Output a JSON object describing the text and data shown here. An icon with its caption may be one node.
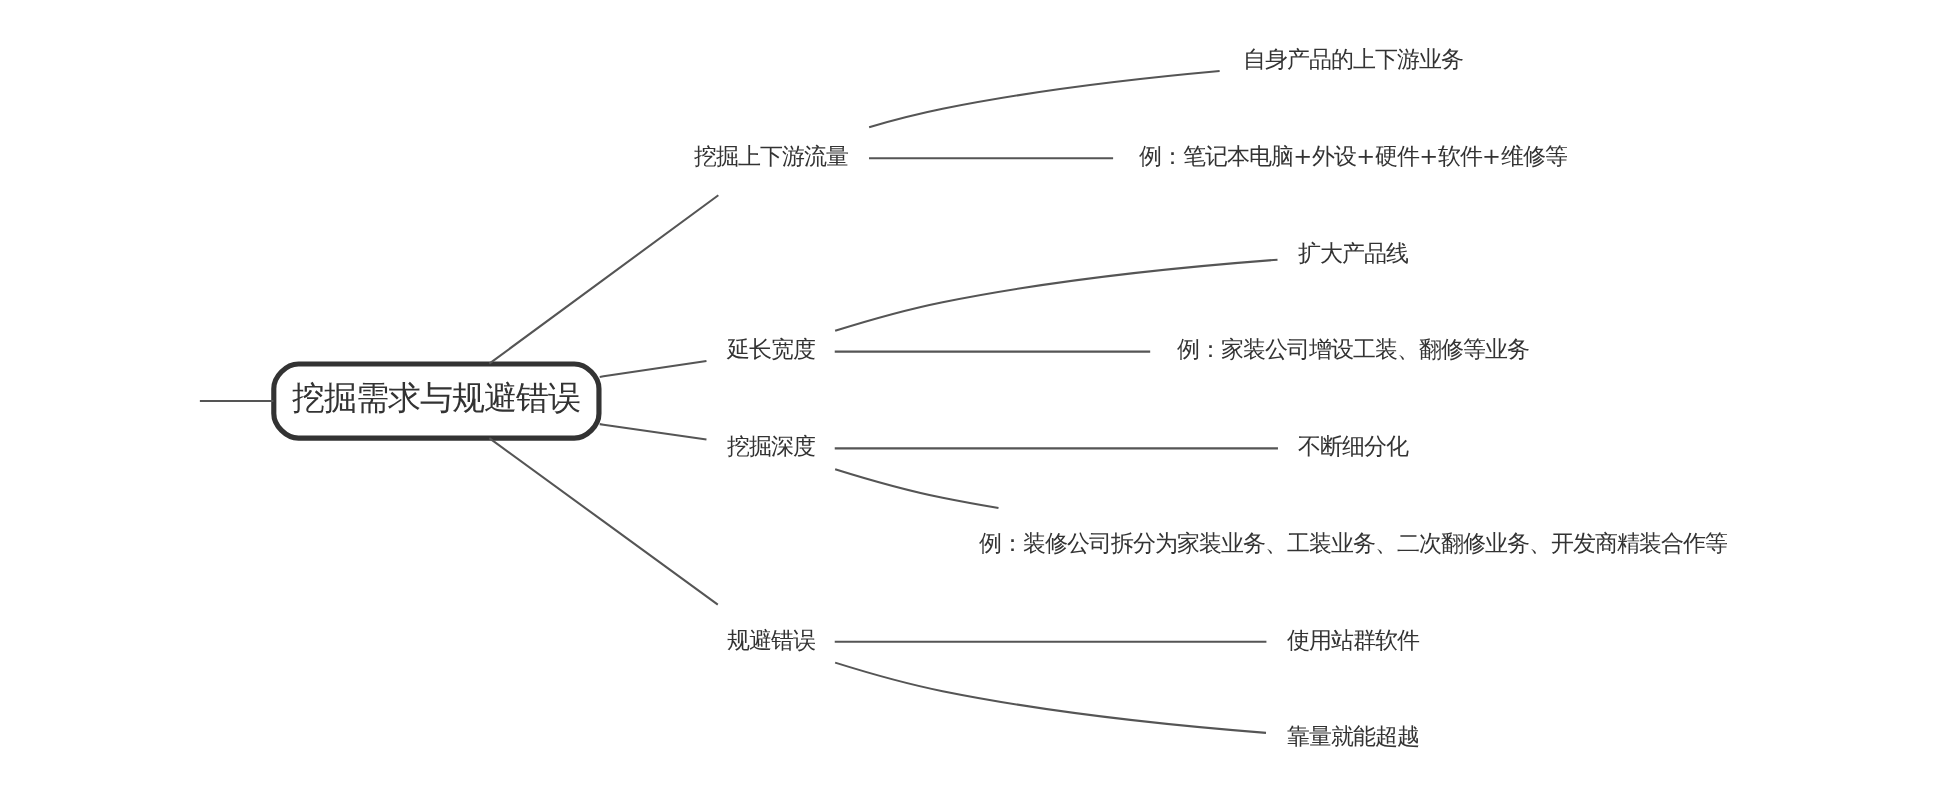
{
  "diagram": {
    "nodes": [
      {
        "text": [
          "挖掘需求与规避错误"
        ]
      },
      {
        "text": [
          "挖掘上下游流量"
        ]
      },
      {
        "text": [
          "自身产品的上下游业务"
        ]
      },
      {
        "text": [
          "例：笔记本电脑+外设+硬件+软件+维修等"
        ]
      },
      {
        "text": [
          "延长宽度"
        ]
      },
      {
        "text": [
          "扩大产品线"
        ]
      },
      {
        "text": [
          "例：家装公司增设工装、翻修等业务"
        ]
      },
      {
        "text": [
          "挖掘深度"
        ]
      },
      {
        "text": [
          "不断细分化"
        ]
      },
      {
        "text": [
          "例：装修公司拆分为家装业务、工装业务、二次翻修业务、开发商精装合作等"
        ]
      },
      {
        "text": [
          "规避错误"
        ]
      },
      {
        "text": [
          "使用站群软件"
        ]
      },
      {
        "text": [
          "靠量就能超越"
        ]
      }
    ],
    "edges": [
      {
        "from": null,
        "to": 0,
        "arrow": "none"
      },
      {
        "from": 0,
        "to": 1,
        "arrow": "none"
      },
      {
        "from": 1,
        "to": 2,
        "arrow": "none"
      },
      {
        "from": 1,
        "to": 3,
        "arrow": "none"
      },
      {
        "from": 0,
        "to": 4,
        "arrow": "none"
      },
      {
        "from": 4,
        "to": 5,
        "arrow": "none"
      },
      {
        "from": 4,
        "to": 6,
        "arrow": "none"
      },
      {
        "from": 0,
        "to": 7,
        "arrow": "none"
      },
      {
        "from": 7,
        "to": 8,
        "arrow": "none"
      },
      {
        "from": 7,
        "to": 9,
        "arrow": "none"
      },
      {
        "from": 0,
        "to": 10,
        "arrow": "none"
      },
      {
        "from": 10,
        "to": 11,
        "arrow": "none"
      },
      {
        "from": 10,
        "to": 12,
        "arrow": "none"
      }
    ]
  }
}
